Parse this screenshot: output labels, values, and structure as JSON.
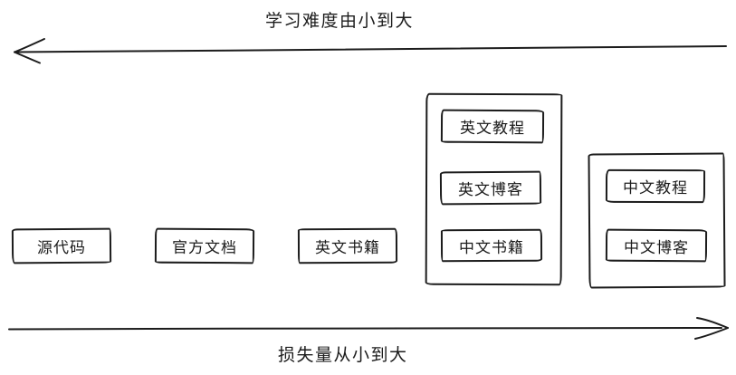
{
  "diagram": {
    "top_axis": {
      "label": "学习难度由小到大",
      "direction": "left"
    },
    "bottom_axis": {
      "label": "损失量从小到大",
      "direction": "right"
    },
    "standalone_items": [
      {
        "label": "源代码"
      },
      {
        "label": "官方文档"
      },
      {
        "label": "英文书籍"
      }
    ],
    "groups": [
      {
        "items": [
          {
            "label": "英文教程"
          },
          {
            "label": "英文博客"
          },
          {
            "label": "中文书籍"
          }
        ]
      },
      {
        "items": [
          {
            "label": "中文教程"
          },
          {
            "label": "中文博客"
          }
        ]
      }
    ],
    "colors": {
      "stroke": "#1c1c1c",
      "background": "#ffffff"
    }
  }
}
